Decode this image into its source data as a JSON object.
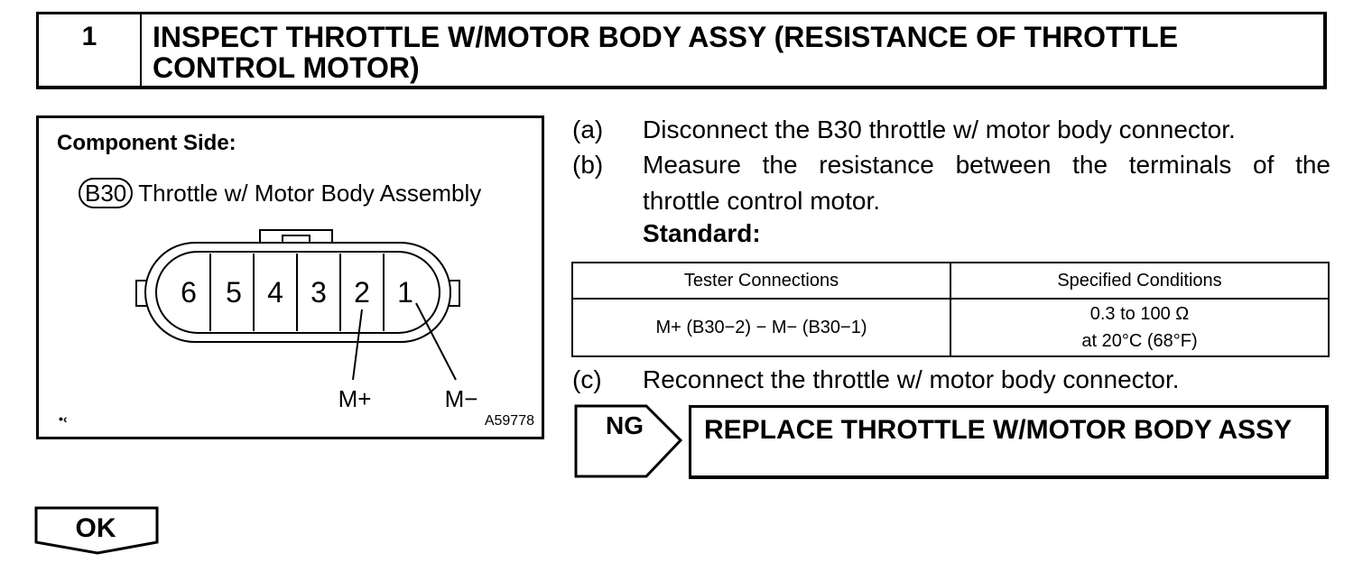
{
  "step": {
    "number": "1",
    "title": "INSPECT THROTTLE W/MOTOR BODY ASSY (RESISTANCE OF THROTTLE CONTROL MOTOR)"
  },
  "illustration": {
    "heading": "Component Side:",
    "connector_code": "B30",
    "connector_name": "Throttle w/ Motor Body Assembly",
    "pins": [
      "6",
      "5",
      "4",
      "3",
      "2",
      "1"
    ],
    "pin_labels": [
      "M+",
      "M−"
    ],
    "figure_code": "A59778",
    "corner_mark": "•‹"
  },
  "steps": [
    {
      "label": "(a)",
      "text": "Disconnect the B30 throttle w/ motor body connector."
    },
    {
      "label": "(b)",
      "text_line1": "Measure the resistance between the terminals of the",
      "text_line2": "throttle control motor."
    },
    {
      "label": "(c)",
      "text": "Reconnect the throttle w/ motor body connector."
    }
  ],
  "standard_label": "Standard:",
  "spec_table": {
    "headers": [
      "Tester Connections",
      "Specified Conditions"
    ],
    "row": {
      "connection": "M+ (B30−2) − M− (B30−1)",
      "condition_line1": "0.3 to 100 Ω",
      "condition_line2": "at 20°C (68°F)"
    }
  },
  "ng": {
    "label": "NG",
    "action": "REPLACE THROTTLE W/MOTOR BODY ASSY"
  },
  "ok": {
    "label": "OK"
  }
}
